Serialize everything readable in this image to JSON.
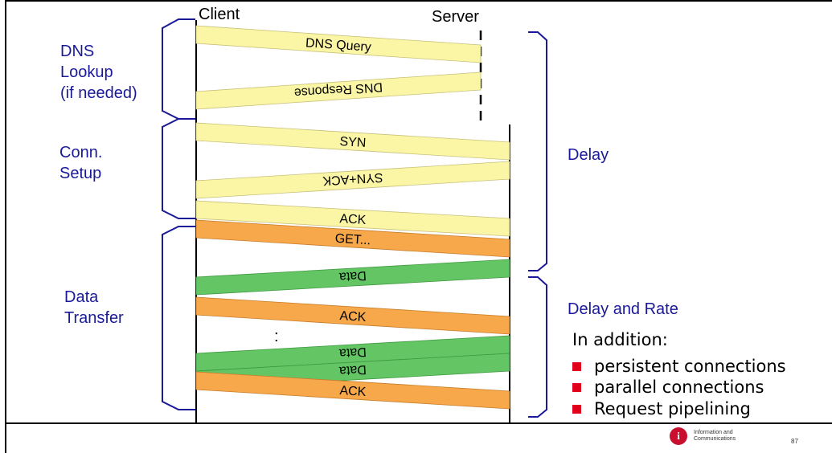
{
  "header": {
    "client": "Client",
    "server": "Server"
  },
  "phases": {
    "dns": "DNS\nLookup\n(if needed)",
    "conn": "Conn.\nSetup",
    "data": "Data\nTransfer"
  },
  "right_labels": {
    "delay": "Delay",
    "delay_rate": "Delay and Rate"
  },
  "messages": [
    {
      "label": "DNS Query",
      "kind": "yellow"
    },
    {
      "label": "DNS Response",
      "kind": "yellow"
    },
    {
      "label": "SYN",
      "kind": "yellow"
    },
    {
      "label": "SYN+ACK",
      "kind": "yellow"
    },
    {
      "label": "ACK",
      "kind": "yellow"
    },
    {
      "label": "GET...",
      "kind": "orange"
    },
    {
      "label": "Data",
      "kind": "green"
    },
    {
      "label": "ACK",
      "kind": "orange"
    },
    {
      "label": "Data",
      "kind": "green"
    },
    {
      "label": "Data",
      "kind": "green"
    },
    {
      "label": "ACK",
      "kind": "orange"
    }
  ],
  "ellipsis": ":",
  "additional": {
    "heading": "In addition:",
    "items": [
      "persistent connections",
      "parallel connections",
      "Request pipelining"
    ]
  },
  "footer": {
    "logo_text": "Information and Communications",
    "page_number": "87"
  },
  "colors": {
    "yellow": "#fbf6a6",
    "orange": "#f7a84a",
    "green": "#63c564",
    "label": "#1a1a99",
    "bullet": "#e0001b"
  }
}
